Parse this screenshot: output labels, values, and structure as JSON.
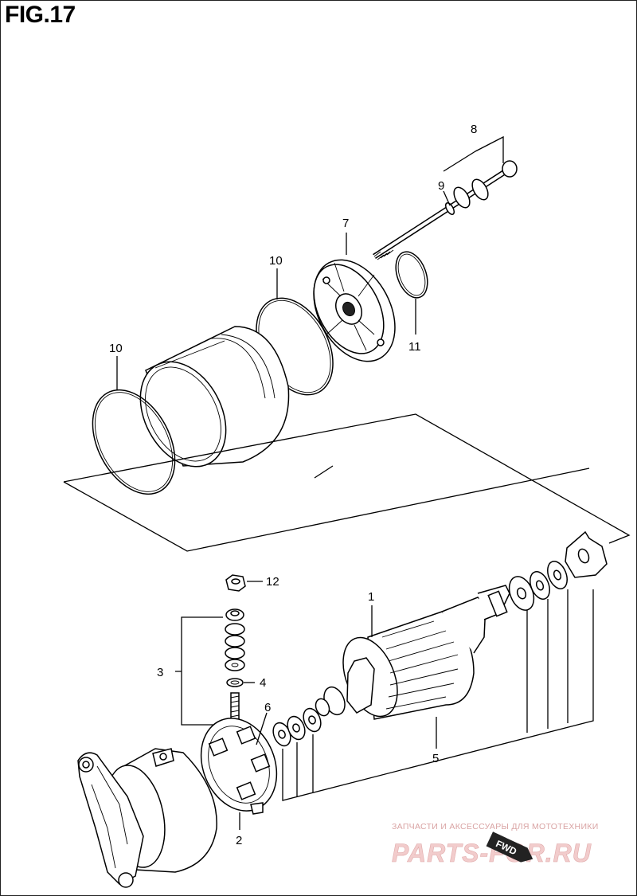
{
  "figure": {
    "title": "FIG.17"
  },
  "callouts": [
    {
      "id": "8",
      "label": "8"
    },
    {
      "id": "9",
      "label": "9"
    },
    {
      "id": "7",
      "label": "7"
    },
    {
      "id": "10a",
      "label": "10"
    },
    {
      "id": "10b",
      "label": "10"
    },
    {
      "id": "11",
      "label": "11"
    },
    {
      "id": "12",
      "label": "12"
    },
    {
      "id": "1",
      "label": "1"
    },
    {
      "id": "3",
      "label": "3"
    },
    {
      "id": "4",
      "label": "4"
    },
    {
      "id": "6",
      "label": "6"
    },
    {
      "id": "5",
      "label": "5"
    },
    {
      "id": "2",
      "label": "2"
    }
  ],
  "watermark": {
    "caption": "ЗАПЧАСТИ И АКСЕССУАРЫ ДЛЯ МОТОТЕХНИКИ",
    "logo_text": "PARTS-FOR.RU",
    "badge_text": "FWD",
    "color": "#d9a3a3"
  }
}
